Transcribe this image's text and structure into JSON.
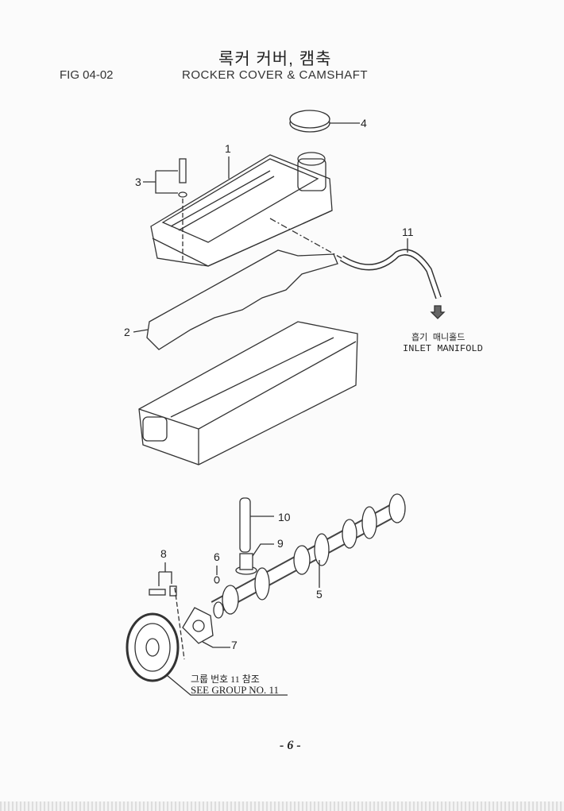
{
  "header": {
    "title_ko": "록커 커버, 캠축",
    "fig": "FIG 04-02",
    "title_en": "ROCKER COVER & CAMSHAFT"
  },
  "callouts": {
    "p1": "1",
    "p2": "2",
    "p3": "3",
    "p4": "4",
    "p5": "5",
    "p6": "6",
    "p7": "7",
    "p8": "8",
    "p9": "9",
    "p10": "10",
    "p11": "11"
  },
  "notes": {
    "inlet_ko": "흡기 매니홀드",
    "inlet_en": "INLET MANIFOLD",
    "see_ko": "그룹 번호 11 참조",
    "see_en": "SEE GROUP NO. 11"
  },
  "footer": {
    "page": "- 6 -"
  }
}
